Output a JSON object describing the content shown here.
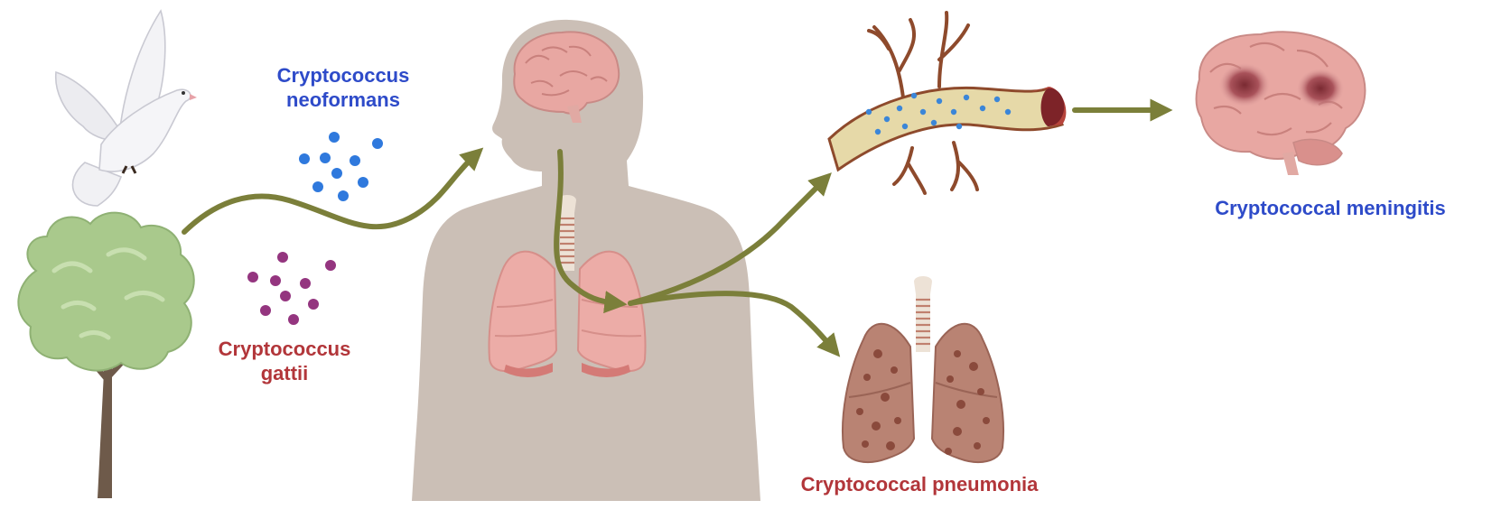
{
  "labels": {
    "neoformans_line1": "Cryptococcus",
    "neoformans_line2": "neoformans",
    "gattii_line1": "Cryptococcus",
    "gattii_line2": "gattii",
    "meningitis": "Cryptococcal meningitis",
    "pneumonia": "Cryptococcal pneumonia"
  },
  "colors": {
    "neoformans": "#2e4bc9",
    "gattii": "#b2363a",
    "arrow": "#7b7f3a",
    "silhouette": "#cbbfb6",
    "spore_blue": "#2f79dd",
    "spore_purple": "#94357f"
  },
  "icons": [
    "dove-icon",
    "tree-icon",
    "human-silhouette-icon",
    "brain-icon",
    "trachea-icon",
    "lungs-icon",
    "blood-vessel-icon",
    "inflamed-brain-icon",
    "diseased-lungs-icon"
  ]
}
